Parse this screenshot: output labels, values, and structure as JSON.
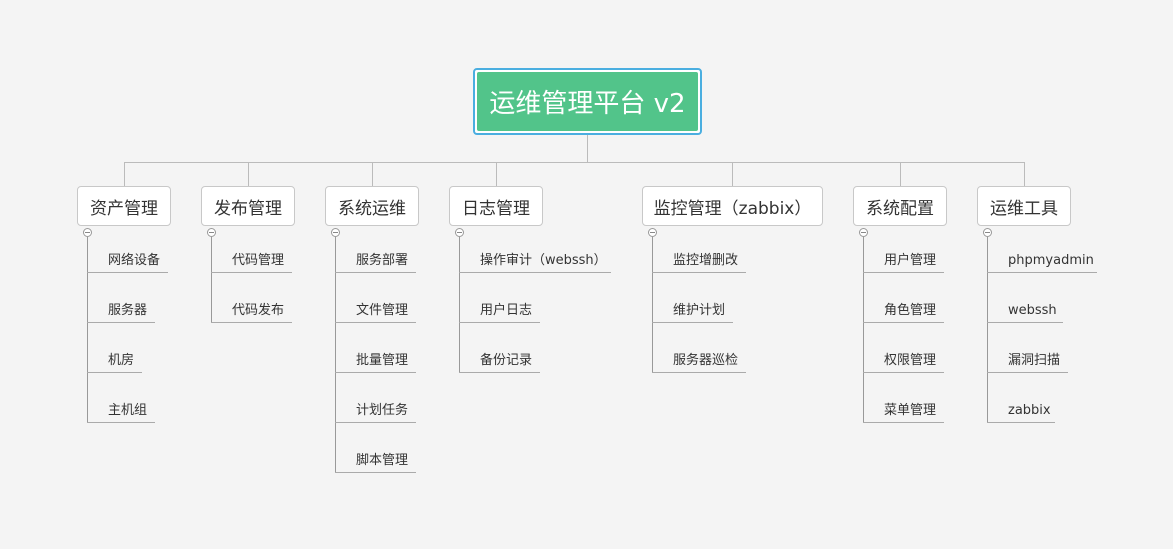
{
  "root": {
    "title": "运维管理平台 v2"
  },
  "branches": [
    {
      "title": "资产管理",
      "items": [
        "网络设备",
        "服务器",
        "机房",
        "主机组"
      ]
    },
    {
      "title": "发布管理",
      "items": [
        "代码管理",
        "代码发布"
      ]
    },
    {
      "title": "系统运维",
      "items": [
        "服务部署",
        "文件管理",
        "批量管理",
        "计划任务",
        "脚本管理"
      ]
    },
    {
      "title": "日志管理",
      "items": [
        "操作审计（webssh）",
        "用户日志",
        "备份记录"
      ]
    },
    {
      "title": "监控管理（zabbix）",
      "items": [
        "监控增删改",
        "维护计划",
        "服务器巡检"
      ]
    },
    {
      "title": "系统配置",
      "items": [
        "用户管理",
        "角色管理",
        "权限管理",
        "菜单管理"
      ]
    },
    {
      "title": "运维工具",
      "items": [
        "phpmyadmin",
        "webssh",
        "漏洞扫描",
        "zabbix"
      ]
    }
  ]
}
